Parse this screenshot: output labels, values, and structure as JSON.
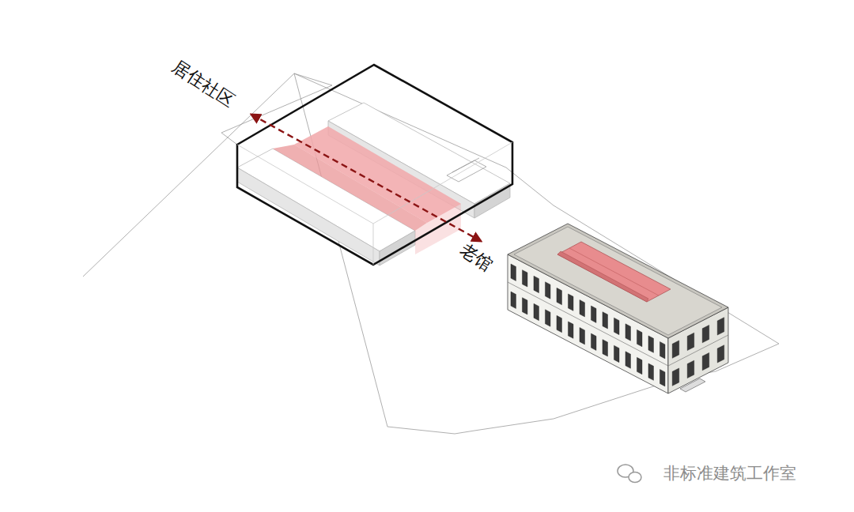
{
  "diagram": {
    "labels": [
      "居住社区",
      "老馆",
      "非标准建筑工作室"
    ]
  }
}
